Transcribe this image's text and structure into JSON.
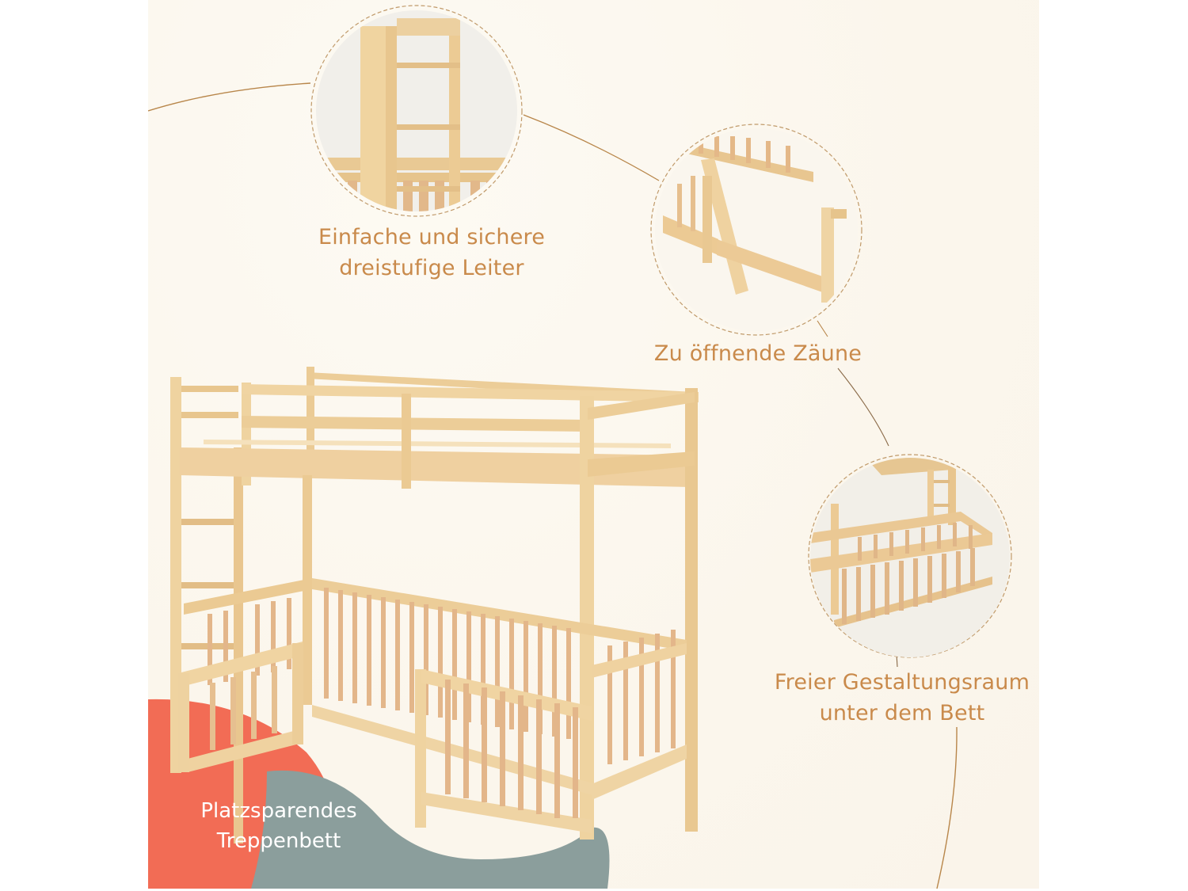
{
  "features": [
    {
      "id": "ladder",
      "icon": "ladder-detail-image",
      "lines": [
        "Einfache und sichere",
        "dreistufige Leiter"
      ]
    },
    {
      "id": "fences",
      "icon": "opening-fence-detail-image",
      "lines": [
        "Zu öffnende Zäune"
      ]
    },
    {
      "id": "under-bed-space",
      "icon": "floor-bed-detail-image",
      "lines": [
        "Freier Gestaltungsraum",
        "unter dem Bett"
      ]
    }
  ],
  "badge": {
    "lines": [
      "Platzsparendes",
      "Treppenbett"
    ]
  },
  "colors": {
    "background": "#fcf8f0",
    "caption": "#c98a4b",
    "line": "#b8864a",
    "wood_light": "#f3d9a8",
    "wood_mid": "#e8c48a",
    "wood_dark": "#d9a86a",
    "slat": "#e2b48a",
    "coral": "#f26c55",
    "slate": "#8b9e9c"
  }
}
